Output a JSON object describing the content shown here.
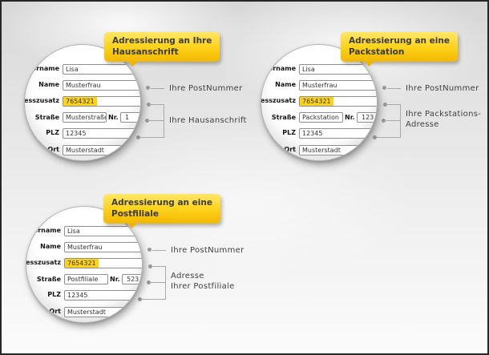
{
  "colors": {
    "callout_yellow": "#fed21b",
    "highlight_yellow": "#ffd21c",
    "connector_gray": "#aaaaaa",
    "frame_border": "#262626"
  },
  "panels": [
    {
      "title_line1": "Adressierung an Ihre",
      "title_line2": "Hausanschrift",
      "rows": [
        {
          "label": "Vorname",
          "value": "Lisa"
        },
        {
          "label": "Name",
          "value": "Musterfrau"
        },
        {
          "label": "Adresszusatz",
          "value": "7654321",
          "highlighted": true
        },
        {
          "label": "Straße",
          "value": "Musterstraße",
          "nr_label": "Nr.",
          "nr_value": "1"
        },
        {
          "label": "PLZ",
          "value": "12345"
        },
        {
          "label": "Ort",
          "value": "Musterstadt"
        }
      ],
      "annotations": {
        "postnummer": "Ihre PostNummer",
        "address": [
          "Ihre Hausanschrift"
        ]
      }
    },
    {
      "title_line1": "Adressierung an eine",
      "title_line2": "Packstation",
      "rows": [
        {
          "label": "Vorname",
          "value": "Lisa"
        },
        {
          "label": "Name",
          "value": "Musterfrau"
        },
        {
          "label": "Adresszusatz",
          "value": "7654321",
          "highlighted": true
        },
        {
          "label": "Straße",
          "value": "Packstation",
          "nr_label": "Nr.",
          "nr_value": "123"
        },
        {
          "label": "PLZ",
          "value": "12345"
        },
        {
          "label": "Ort",
          "value": "Musterstadt"
        }
      ],
      "annotations": {
        "postnummer": "Ihre PostNummer",
        "address": [
          "Ihre Packstations-",
          "Adresse"
        ]
      }
    },
    {
      "title_line1": "Adressierung an eine",
      "title_line2": "Postfiliale",
      "rows": [
        {
          "label": "Vorname",
          "value": "Lisa"
        },
        {
          "label": "Name",
          "value": "Musterfrau"
        },
        {
          "label": "Adresszusatz",
          "value": "7654321",
          "highlighted": true
        },
        {
          "label": "Straße",
          "value": "Postfiliale",
          "nr_label": "Nr.",
          "nr_value": "523"
        },
        {
          "label": "PLZ",
          "value": "12345"
        },
        {
          "label": "Ort",
          "value": "Musterstadt"
        }
      ],
      "annotations": {
        "postnummer": "Ihre PostNummer",
        "address": [
          "Adresse",
          "Ihrer Postfiliale"
        ]
      }
    }
  ]
}
